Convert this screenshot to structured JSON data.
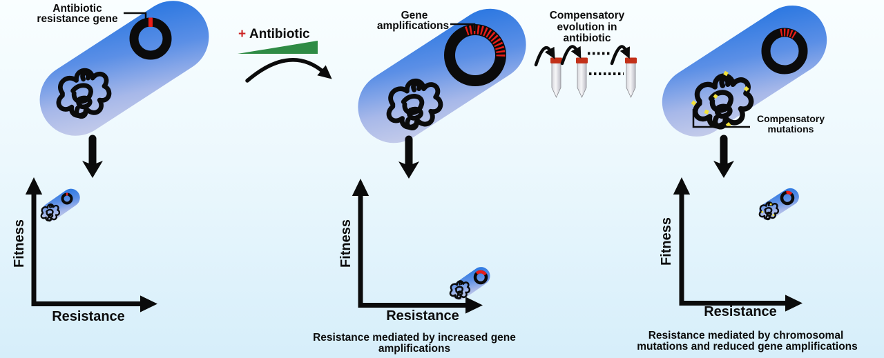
{
  "figure": {
    "panels": [
      {
        "id": "initial-resistant-cell",
        "annotation_lines": [
          "Antibiotic",
          "resistance gene"
        ],
        "graph": {
          "y_label": "Fitness",
          "x_label": "Resistance",
          "cell_position": "high fitness, low resistance"
        },
        "caption_lines": []
      },
      {
        "id": "amplified-cell",
        "annotation_lines": [
          "Gene",
          "amplifications"
        ],
        "graph": {
          "y_label": "Fitness",
          "x_label": "Resistance",
          "cell_position": "low fitness, high resistance"
        },
        "caption_lines": [
          "Resistance mediated by increased gene",
          "amplifications"
        ]
      },
      {
        "id": "compensated-cell",
        "annotation_lines": [
          "Compensatory",
          "mutations"
        ],
        "graph": {
          "y_label": "Fitness",
          "x_label": "Resistance",
          "cell_position": "high fitness, high resistance"
        },
        "caption_lines": [
          "Resistance mediated by chromosomal",
          "mutations and reduced gene amplifications"
        ]
      }
    ],
    "transitions": [
      {
        "id": "antibiotic-addition",
        "plus_sign": "+",
        "label": "Antibiotic"
      },
      {
        "id": "serial-passage-evolution",
        "label_lines": [
          "Compensatory",
          "evolution in",
          "antibiotic"
        ]
      }
    ],
    "colors": {
      "cell_blue": "#2273e0",
      "cell_light": "#ccd1ea",
      "plasmid_black": "#0b0b0b",
      "resistance_gene_red": "#e81d18",
      "antibiotic_green": "#2f8b45",
      "plus_red": "#cc2222",
      "mutation_yellow": "#f2e23c",
      "tube_cap_red": "#c23018",
      "background_top": "#f9feff",
      "background_bottom": "#d6eefa"
    }
  }
}
